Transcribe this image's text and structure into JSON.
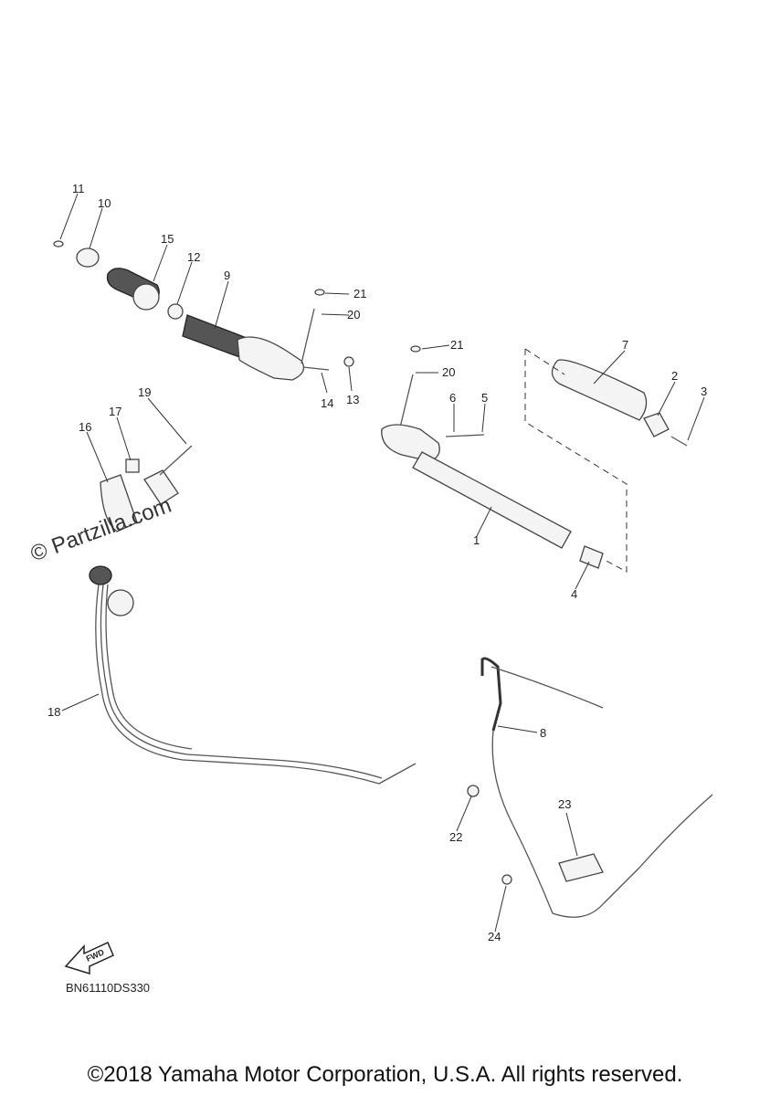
{
  "watermark": "© Partzilla.com",
  "diagram_code": "BN61110DS330",
  "fwd_label": "FWD",
  "copyright": "©2018 Yamaha Motor Corporation, U.S.A. All rights reserved.",
  "callouts": [
    "11",
    "10",
    "15",
    "12",
    "9",
    "21",
    "20",
    "14",
    "13",
    "21",
    "20",
    "6",
    "5",
    "7",
    "2",
    "3",
    "19",
    "17",
    "16",
    "1",
    "4",
    "18",
    "8",
    "23",
    "22",
    "24"
  ]
}
